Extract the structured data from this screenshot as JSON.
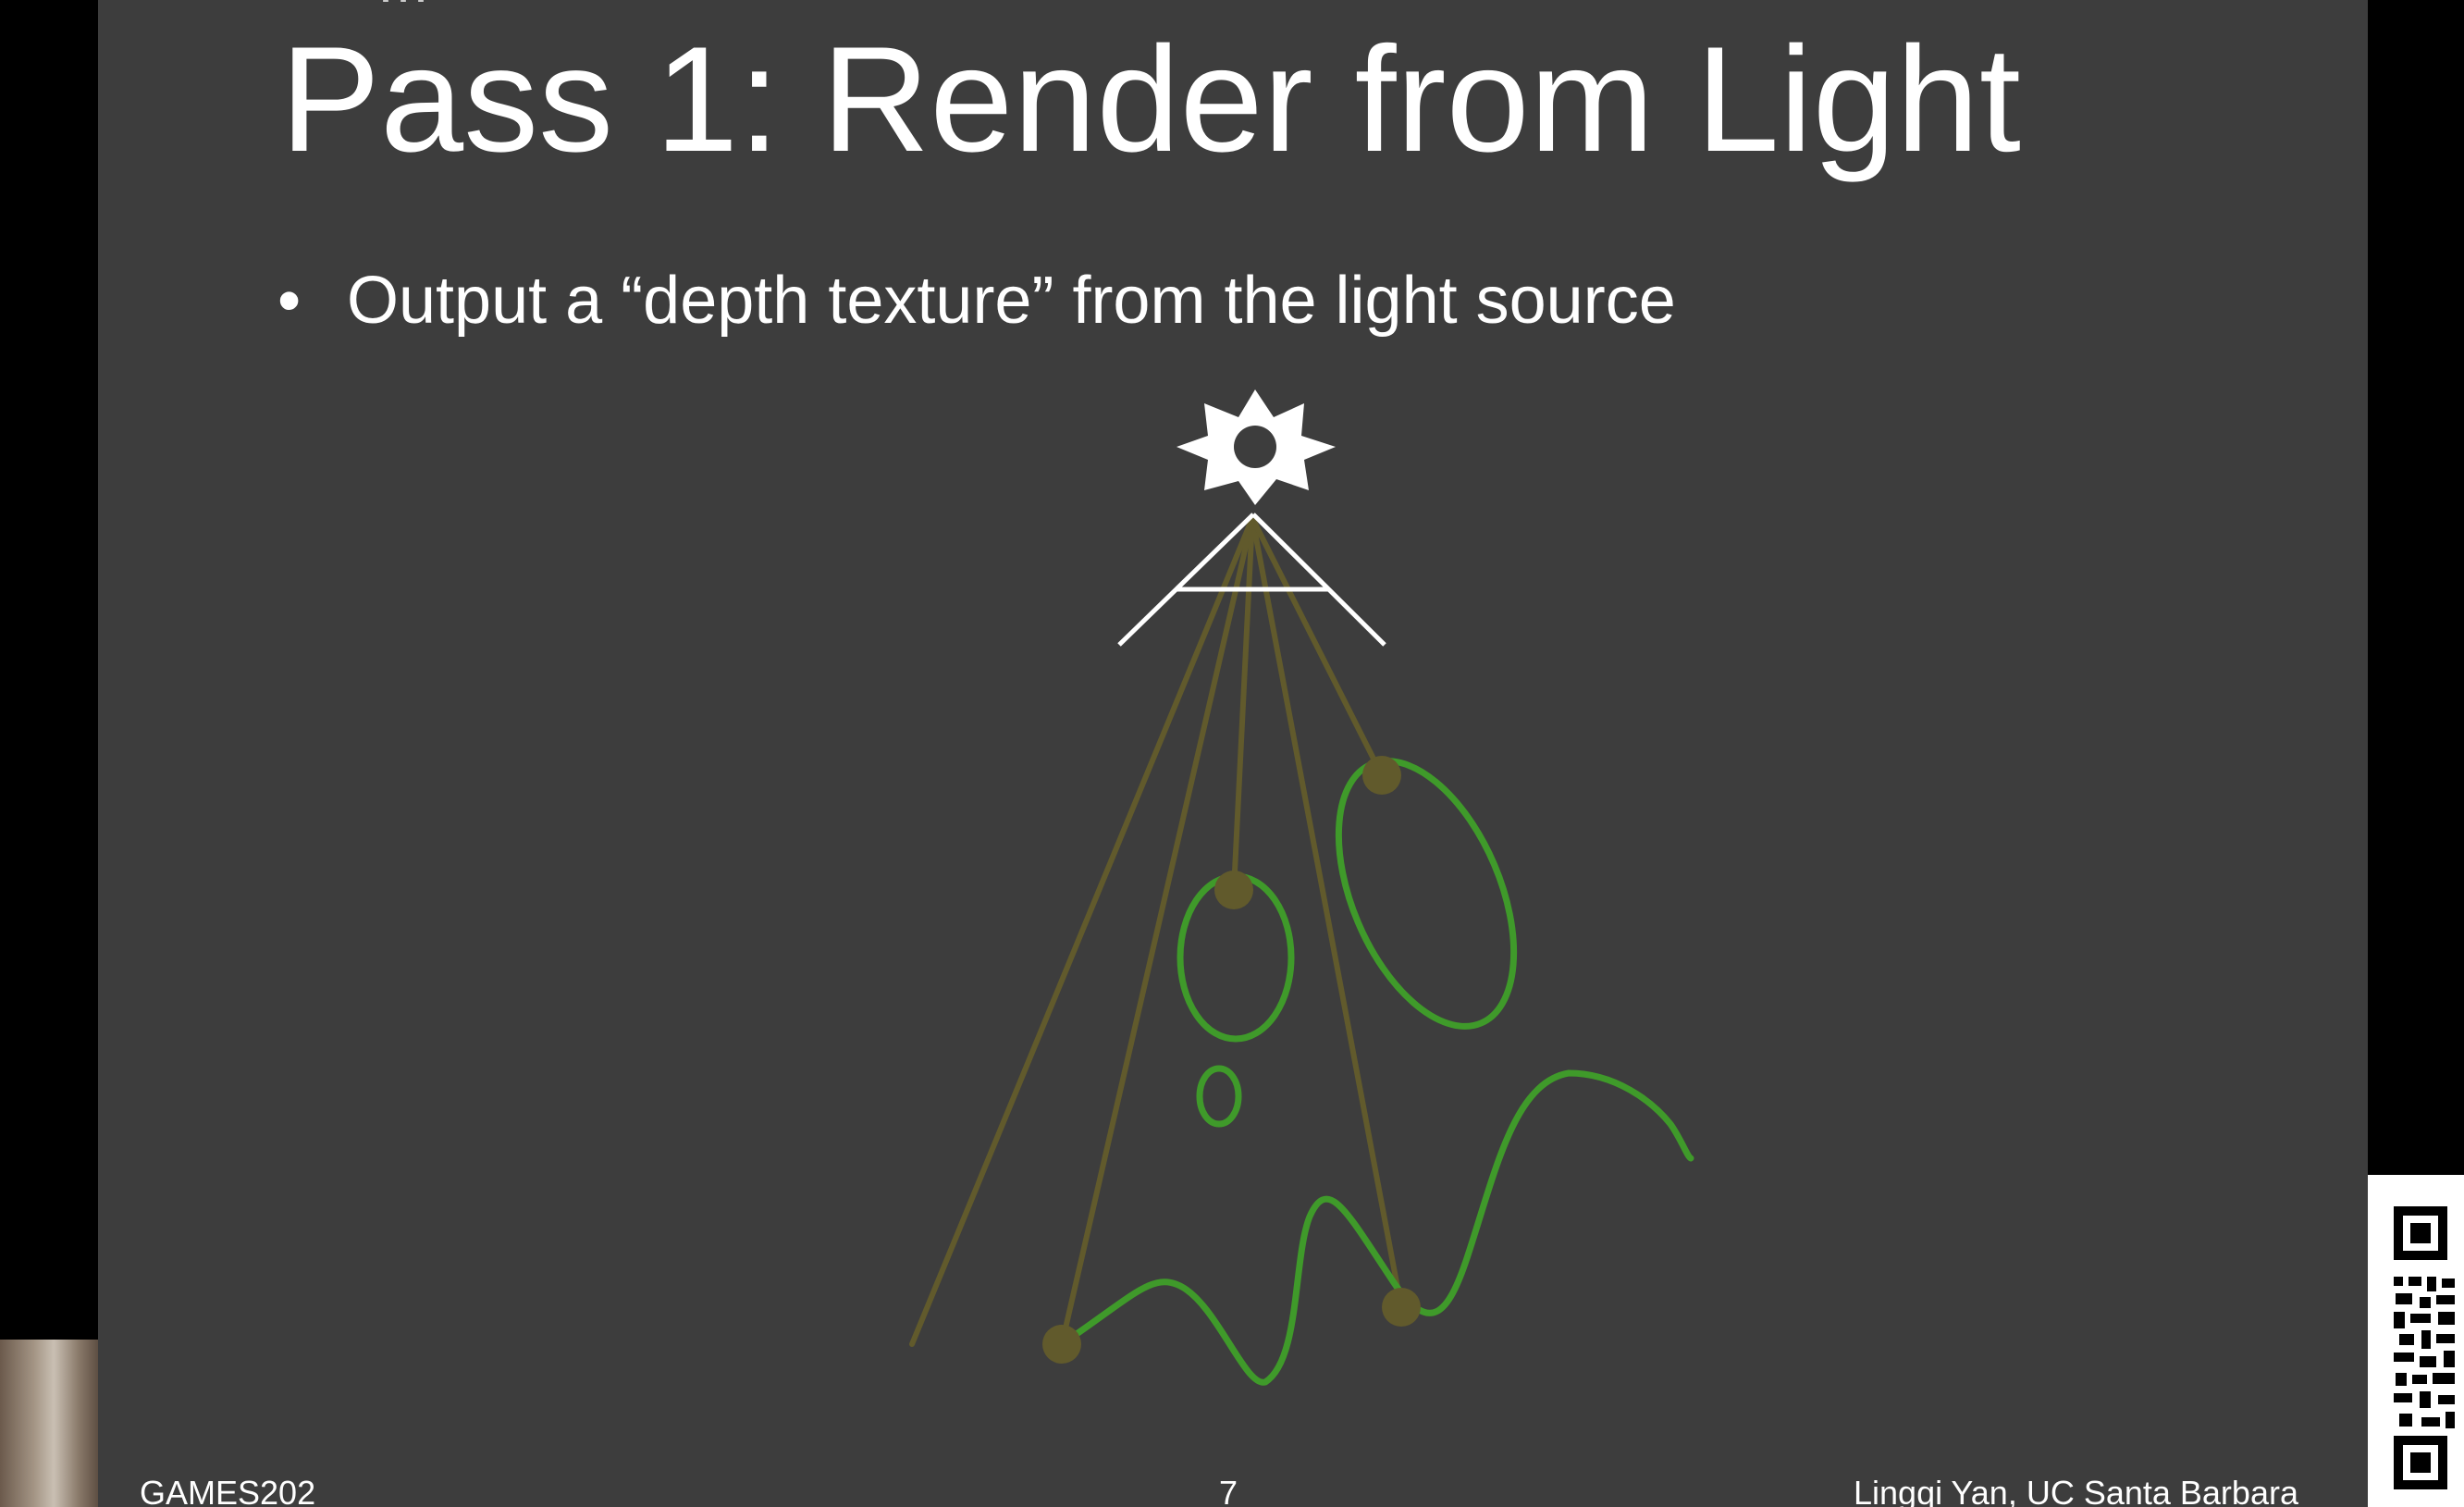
{
  "slide": {
    "title": "Pass 1: Render from Light",
    "title_ghost": "…",
    "bullets": [
      {
        "text": "Output a “depth texture” from the light source"
      }
    ],
    "bullet_glyph": "•"
  },
  "diagram": {
    "light_icon": "sun-icon",
    "camera_icon": "light-camera-frustum",
    "colors": {
      "background": "#3d3d3d",
      "rays": "#615a2c",
      "depth_points": "#615a2c",
      "geometry": "#3f9a2a",
      "light": "#ffffff"
    }
  },
  "footer": {
    "left": "GAMES202",
    "center": "7",
    "right": "Lingqi Yan, UC Santa Barbara"
  },
  "overlays": {
    "qr_code_icon": "qr-code-icon",
    "webcam_icon": "webcam-thumbnail"
  }
}
